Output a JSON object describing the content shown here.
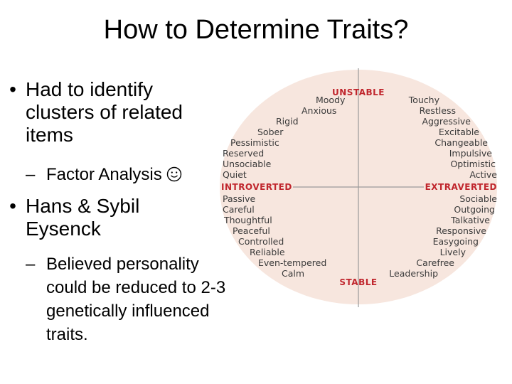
{
  "slide": {
    "title": "How to Determine Traits?",
    "bullets": [
      {
        "marker": "•",
        "text": "Had to identify clusters of related items",
        "sub": {
          "marker": "–",
          "text": "Factor Analysis",
          "icon": "smiley-face-icon"
        }
      },
      {
        "marker": "•",
        "text": "Hans & Sybil Eysenck",
        "sub": {
          "marker": "–",
          "text": "Believed personality could be reduced to 2-3 genetically influenced traits."
        }
      }
    ]
  },
  "diagram": {
    "colors": {
      "background": "#f7e6de",
      "axis": "#9a9a9a",
      "pole_label": "#c0262d",
      "trait_text": "#3a3a3a"
    },
    "poles": {
      "top": "UNSTABLE",
      "bottom": "STABLE",
      "left": "INTROVERTED",
      "right": "EXTRAVERTED"
    },
    "quadrants": {
      "top_left": [
        "Moody",
        "Anxious",
        "Rigid",
        "Sober",
        "Pessimistic",
        "Reserved",
        "Unsociable",
        "Quiet"
      ],
      "top_right": [
        "Touchy",
        "Restless",
        "Aggressive",
        "Excitable",
        "Changeable",
        "Impulsive",
        "Optimistic",
        "Active"
      ],
      "bottom_left": [
        "Passive",
        "Careful",
        "Thoughtful",
        "Peaceful",
        "Controlled",
        "Reliable",
        "Even-tempered",
        "Calm"
      ],
      "bottom_right": [
        "Sociable",
        "Outgoing",
        "Talkative",
        "Responsive",
        "Easygoing",
        "Lively",
        "Carefree",
        "Leadership"
      ]
    }
  }
}
